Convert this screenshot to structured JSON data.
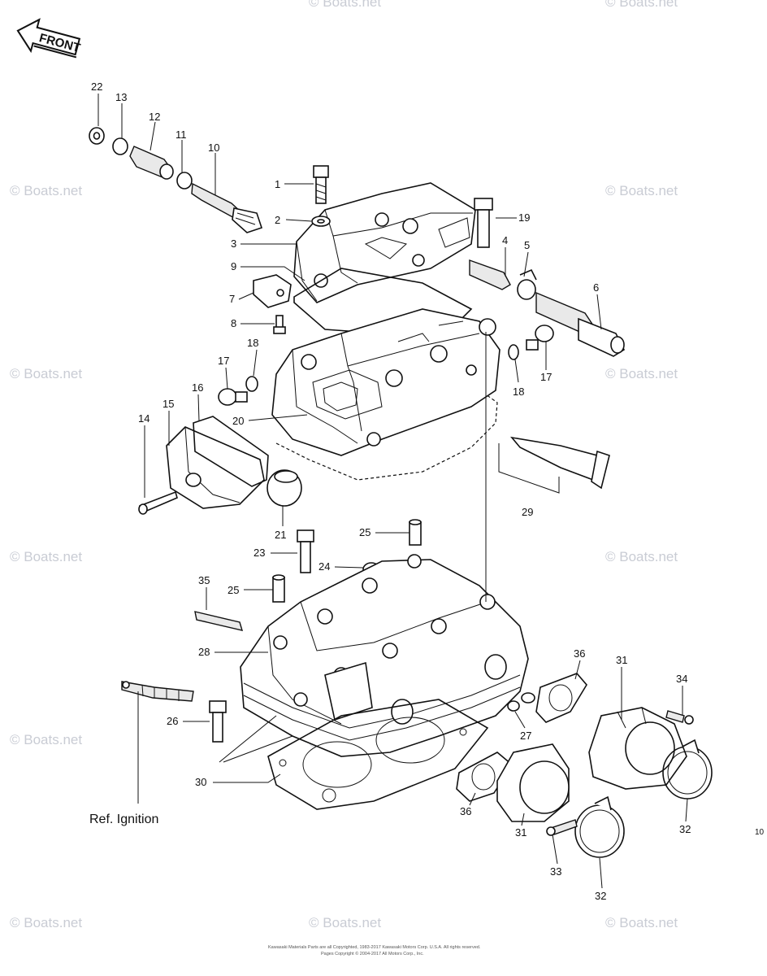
{
  "front_label": "FRONT",
  "ref_label": "Ref. Ignition",
  "page_number": "10",
  "watermark": "© Boats.net",
  "footer": {
    "line1": "Kawasaki Materials Parts are all Copyrighted, 1983-2017 Kawasaki Motors Corp. U.S.A. All rights reserved.",
    "line2": "Pages Copyright © 2004-2017 All Motors Corp., Inc."
  },
  "callouts": [
    "22",
    "13",
    "12",
    "11",
    "10",
    "1",
    "2",
    "3",
    "9",
    "7",
    "8",
    "19",
    "4",
    "5",
    "6",
    "18",
    "17",
    "17",
    "18",
    "16",
    "15",
    "14",
    "20",
    "21",
    "29",
    "25",
    "23",
    "24",
    "35",
    "25",
    "28",
    "36",
    "31",
    "34",
    "26",
    "27",
    "30",
    "36",
    "31",
    "33",
    "32",
    "32"
  ]
}
